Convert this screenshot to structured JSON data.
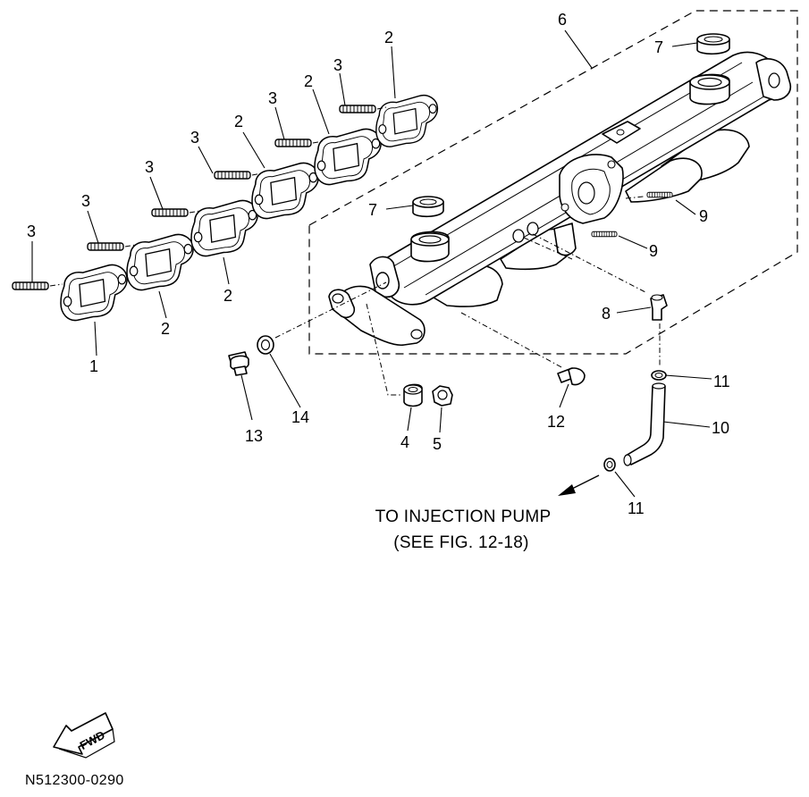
{
  "callouts": {
    "c1": "1",
    "c2a": "2",
    "c2b": "2",
    "c2c": "2",
    "c2d": "2",
    "c2e": "2",
    "c3a": "3",
    "c3b": "3",
    "c3c": "3",
    "c3d": "3",
    "c3e": "3",
    "c3f": "3",
    "c4": "4",
    "c5": "5",
    "c6": "6",
    "c7a": "7",
    "c7b": "7",
    "c8": "8",
    "c9a": "9",
    "c9b": "9",
    "c10": "10",
    "c11a": "11",
    "c11b": "11",
    "c12": "12",
    "c13": "13",
    "c14": "14"
  },
  "note": {
    "line1": "TO INJECTION PUMP",
    "line2": "(SEE FIG. 12-18)"
  },
  "fwd_badge": "FWD",
  "figure_code": "N512300-0290"
}
